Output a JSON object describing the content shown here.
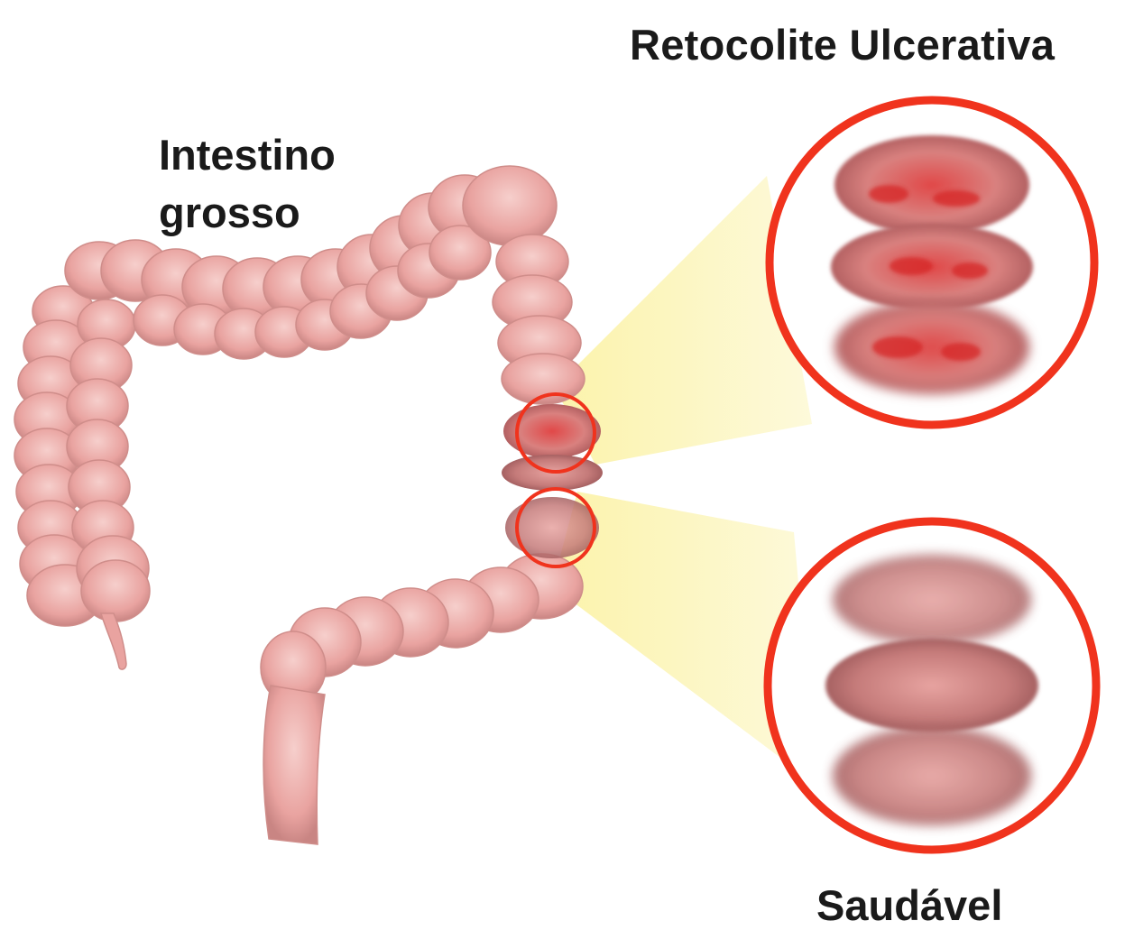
{
  "labels": {
    "title": "Retocolite Ulcerativa",
    "organ_line1": "Intestino",
    "organ_line2": "grosso",
    "healthy": "Saudável"
  },
  "colors": {
    "tissue": "#e9a3a0",
    "tissue_shadow": "#c97f7d",
    "tissue_highlight": "#f6d4d1",
    "inflamed": "#d93a3a",
    "highlight_ring": "#f0331d",
    "callout_beam": "#fbf5b8",
    "text": "#1a1a1a"
  },
  "illustration": {
    "organ": "large-intestine",
    "callouts": [
      {
        "id": "inflamed",
        "label_key": "title"
      },
      {
        "id": "healthy",
        "label_key": "healthy"
      }
    ]
  }
}
